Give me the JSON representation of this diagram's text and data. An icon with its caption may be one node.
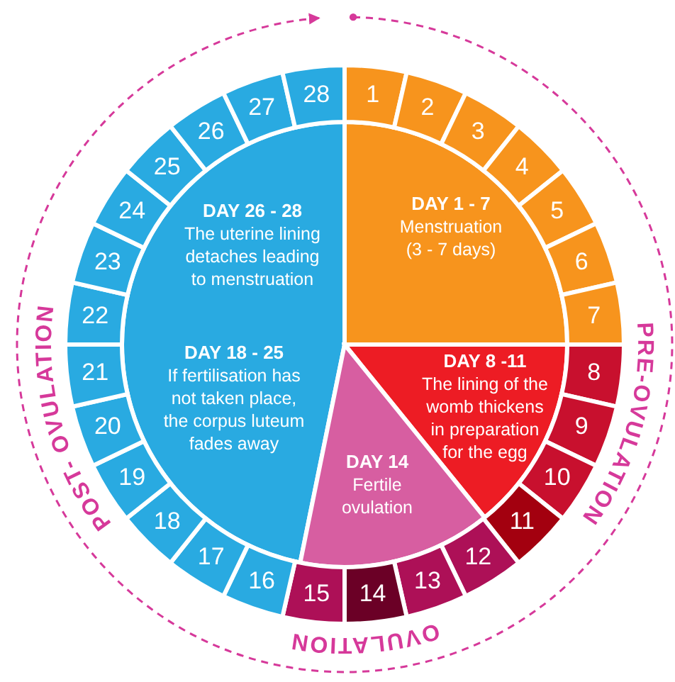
{
  "diagram": {
    "nodes": [
      {
        "text": [
          "DAY 26 - 28",
          "The uterine lining detaches leading to menstruation",
          "DAY 18 - 25",
          "If fertilisation has not taken place, the corpus luteum fades away"
        ]
      },
      {
        "text": [
          "DAY 1 - 7",
          "Menstruation (3 - 7 days)"
        ]
      },
      {
        "text": [
          "DAY 8 -11",
          "The lining of the womb thickens in preparation for the egg"
        ]
      },
      {
        "text": [
          "DAY 14",
          "Fertile ovulation"
        ]
      },
      {
        "text": [
          "1"
        ]
      },
      {
        "text": [
          "2"
        ]
      },
      {
        "text": [
          "3"
        ]
      },
      {
        "text": [
          "4"
        ]
      },
      {
        "text": [
          "5"
        ]
      },
      {
        "text": [
          "6"
        ]
      },
      {
        "text": [
          "7"
        ]
      },
      {
        "text": [
          "8"
        ]
      },
      {
        "text": [
          "9"
        ]
      },
      {
        "text": [
          "10"
        ]
      },
      {
        "text": [
          "11"
        ]
      },
      {
        "text": [
          "12"
        ]
      },
      {
        "text": [
          "13"
        ]
      },
      {
        "text": [
          "14"
        ]
      },
      {
        "text": [
          "15"
        ]
      },
      {
        "text": [
          "16"
        ]
      },
      {
        "text": [
          "17"
        ]
      },
      {
        "text": [
          "18"
        ]
      },
      {
        "text": [
          "19"
        ]
      },
      {
        "text": [
          "20"
        ]
      },
      {
        "text": [
          "21"
        ]
      },
      {
        "text": [
          "22"
        ]
      },
      {
        "text": [
          "23"
        ]
      },
      {
        "text": [
          "24"
        ]
      },
      {
        "text": [
          "25"
        ]
      },
      {
        "text": [
          "26"
        ]
      },
      {
        "text": [
          "27"
        ]
      },
      {
        "text": [
          "28"
        ]
      }
    ],
    "labels": [
      "PRE-OVULATION",
      "OVULATION",
      "POST- OVULATION"
    ]
  }
}
